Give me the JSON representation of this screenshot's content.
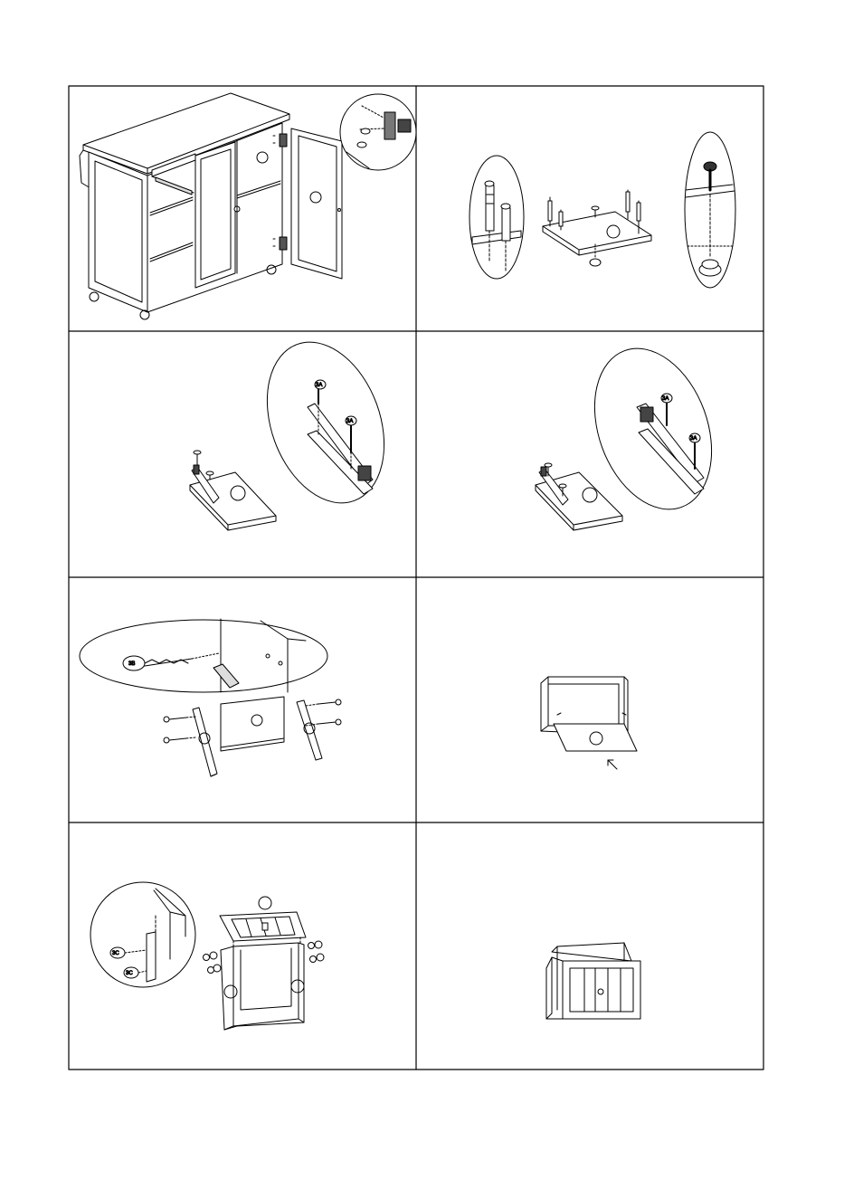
{
  "page": {
    "title": "",
    "panels": [
      {
        "id": "cabinet-overview",
        "step_labels": []
      },
      {
        "id": "bottom-panel-casters",
        "step_labels": []
      },
      {
        "id": "left-slide-mount",
        "step_labels": [
          "3A",
          "3A"
        ]
      },
      {
        "id": "right-slide-mount",
        "step_labels": [
          "3A",
          "3A"
        ]
      },
      {
        "id": "drawer-box-screws",
        "step_labels": [
          "3B"
        ]
      },
      {
        "id": "drawer-bottom-insert",
        "step_labels": []
      },
      {
        "id": "drawer-front-cam",
        "step_labels": [
          "3C",
          "3C"
        ]
      },
      {
        "id": "finished-drawer",
        "step_labels": []
      }
    ]
  },
  "colors": {
    "line": "#000000",
    "paper": "#ffffff",
    "fill": "#ffffff",
    "shade": "#e8e8e8"
  }
}
